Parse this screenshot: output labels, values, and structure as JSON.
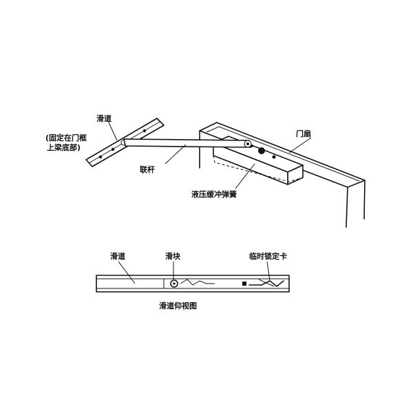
{
  "top_view": {
    "slide_track_label": "滑道",
    "fixed_note_line1": "(固定在门框",
    "fixed_note_line2": "上梁底部)",
    "link_rod_label": "联杆",
    "door_leaf_label": "门扇",
    "damper_spring_label": "液压缓冲弹簧"
  },
  "bottom_view": {
    "slide_track_label": "滑道",
    "slider_label": "滑块",
    "temp_lock_label": "临时锁定卡",
    "caption": "滑道仰视图"
  }
}
